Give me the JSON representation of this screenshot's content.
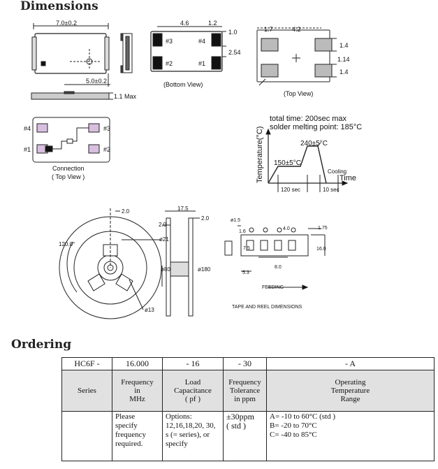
{
  "headings": {
    "dimensions": "Dimensions",
    "ordering": "Ordering"
  },
  "package_drawing": {
    "dim_length": "7.0±0.2",
    "dim_width": "5.0±0.2",
    "dim_height": "1.1 Max",
    "bottom_pitch": "4.6",
    "bottom_pad_w": "1.2",
    "bottom_pad_h": "1.0",
    "bottom_row_pitch": "2.54",
    "pad3": "#3",
    "pad4": "#4",
    "pad2": "#2",
    "pad1": "#1",
    "bottom_caption": "(Bottom View)",
    "top_pad_w": "1.7",
    "top_pitch": "4.2",
    "top_pad_h1": "1.4",
    "top_gap": "1.14",
    "top_pad_h2": "1.4",
    "top_caption": "(Top View)"
  },
  "connection": {
    "caption1": "Connection",
    "caption2": "( Top View )"
  },
  "reflow": {
    "line1": "total time: 200sec max",
    "line2": "solder melting point: 185°C",
    "y_axis": "Temperature(°C)",
    "x_axis": "Time",
    "preheat": "150±5°C",
    "peak": "240±5°C",
    "cooling": "Cooling",
    "t1": "120 sec",
    "t2": "10 sec"
  },
  "reel": {
    "d_top": "2.0",
    "angle": "120.0°",
    "d21": "ø21",
    "d80": "ø80",
    "d13": "ø13",
    "w175": "17.5",
    "w20a": "2.0",
    "w20b": "2.0",
    "d180": "ø180",
    "tape_hole": "ø1.5",
    "tape_175": "1.75",
    "tape_16": "1.6",
    "tape_40": "4.0",
    "tape_75": "7.5",
    "tape_160": "16.0",
    "tape_80": "8.0",
    "tape_53": "5.3",
    "feeding": "FEEDING",
    "caption": "TAPE AND REEL DIMENSIONS"
  },
  "ordering": {
    "codes": [
      "HC6F -",
      "16.000",
      "- 16",
      "- 30",
      "- A"
    ],
    "headers": [
      "Series",
      "Frequency\nin\nMHz",
      "Load\nCapacitance\n( pf )",
      "Frequency\nTolerance\nin ppm",
      "Operating\nTemperature\nRange"
    ],
    "details": [
      "",
      "Please\nspecify\nfrequency\nrequired.",
      "Options:\n12,16,18,20, 30,\ns (= series), or\nspecify",
      "±30ppm\n( std )",
      "A= -10 to 60°C (std )\nB= -20 to 70°C\nC= -40 to 85°C"
    ]
  }
}
